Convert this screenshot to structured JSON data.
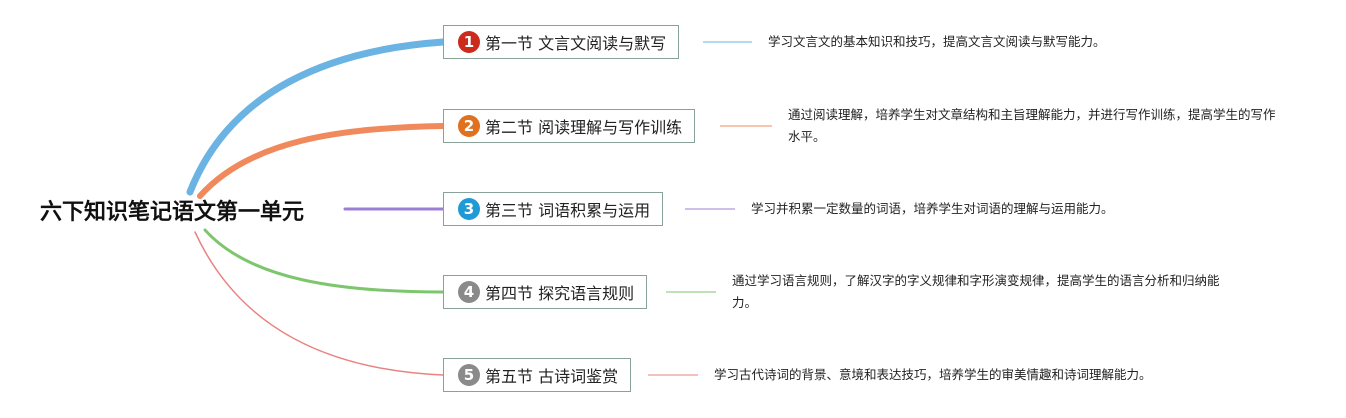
{
  "root": {
    "title": "六下知识笔记语文第一单元"
  },
  "sections": [
    {
      "badge": "1",
      "badge_color": "#cc2a1c",
      "branch_color": "#6bb3e2",
      "title": "第一节 文言文阅读与默写",
      "description": "学习文言文的基本知识和技巧，提高文言文阅读与默写能力。"
    },
    {
      "badge": "2",
      "badge_color": "#e0711e",
      "branch_color": "#f08a5d",
      "title": "第二节 阅读理解与写作训练",
      "description": "通过阅读理解，培养学生对文章结构和主旨理解能力，并进行写作训练，提高学生的写作水平。"
    },
    {
      "badge": "3",
      "badge_color": "#1f9ad6",
      "branch_color": "#9b7fd4",
      "title": "第三节 词语积累与运用",
      "description": "学习并积累一定数量的词语，培养学生对词语的理解与运用能力。"
    },
    {
      "badge": "4",
      "badge_color": "#8a8a8a",
      "branch_color": "#7dc66e",
      "title": "第四节 探究语言规则",
      "description": "通过学习语言规则，了解汉字的字义规律和字形演变规律，提高学生的语言分析和归纳能力。"
    },
    {
      "badge": "5",
      "badge_color": "#8a8a8a",
      "branch_color": "#e8837f",
      "title": "第五节 古诗词鉴赏",
      "description": "学习古代诗词的背景、意境和表达技巧，培养学生的审美情趣和诗词理解能力。"
    }
  ]
}
